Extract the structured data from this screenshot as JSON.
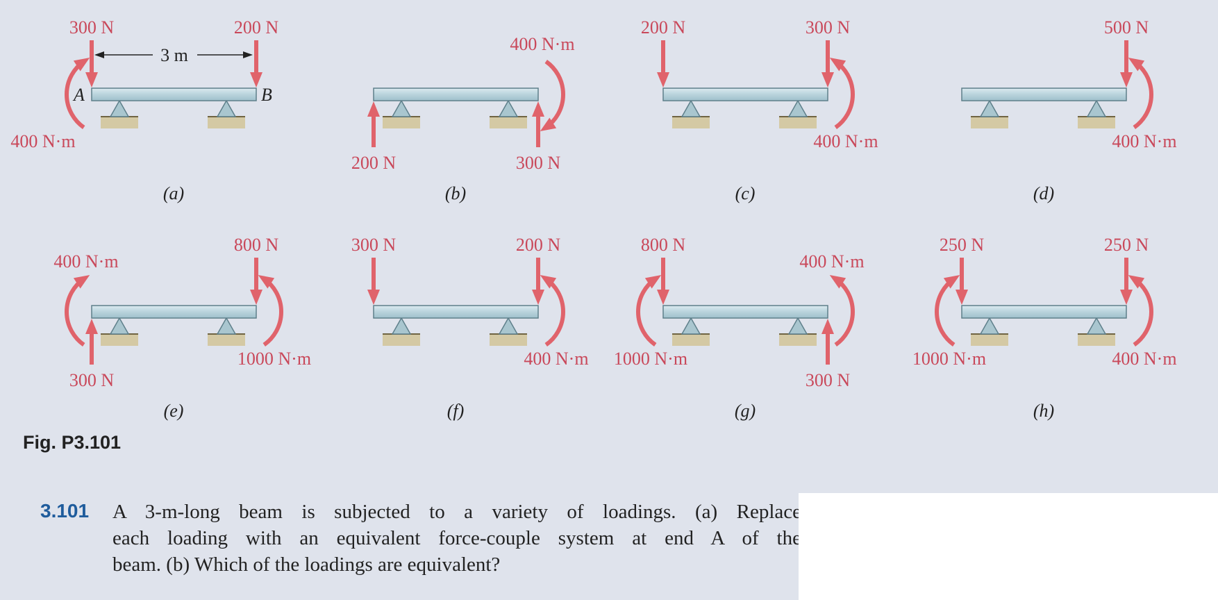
{
  "panels": [
    {
      "id": "a",
      "caption": "(a)",
      "end_labels": {
        "left": "A",
        "right": "B"
      },
      "dimension": "3 m",
      "loads": [
        {
          "kind": "force",
          "label": "300 N",
          "at": "left",
          "dir": "down"
        },
        {
          "kind": "force",
          "label": "200 N",
          "at": "right",
          "dir": "down"
        },
        {
          "kind": "moment",
          "label": "400 N·m",
          "at": "left",
          "sense": "counterclockwise"
        }
      ]
    },
    {
      "id": "b",
      "caption": "(b)",
      "loads": [
        {
          "kind": "moment",
          "label": "400 N·m",
          "at": "right",
          "sense": "clockwise"
        },
        {
          "kind": "force",
          "label": "200 N",
          "at": "left",
          "dir": "up"
        },
        {
          "kind": "force",
          "label": "300 N",
          "at": "right",
          "dir": "up"
        }
      ]
    },
    {
      "id": "c",
      "caption": "(c)",
      "loads": [
        {
          "kind": "force",
          "label": "200 N",
          "at": "left",
          "dir": "down"
        },
        {
          "kind": "force",
          "label": "300 N",
          "at": "right",
          "dir": "down"
        },
        {
          "kind": "moment",
          "label": "400 N·m",
          "at": "right",
          "sense": "counterclockwise"
        }
      ]
    },
    {
      "id": "d",
      "caption": "(d)",
      "loads": [
        {
          "kind": "force",
          "label": "500 N",
          "at": "right",
          "dir": "down"
        },
        {
          "kind": "moment",
          "label": "400 N·m",
          "at": "right",
          "sense": "counterclockwise"
        }
      ]
    },
    {
      "id": "e",
      "caption": "(e)",
      "loads": [
        {
          "kind": "moment",
          "label": "400 N·m",
          "at": "left",
          "sense": "counterclockwise"
        },
        {
          "kind": "force",
          "label": "800 N",
          "at": "right",
          "dir": "down"
        },
        {
          "kind": "force",
          "label": "300 N",
          "at": "left",
          "dir": "up"
        },
        {
          "kind": "moment",
          "label": "1000 N·m",
          "at": "right",
          "sense": "counterclockwise"
        }
      ]
    },
    {
      "id": "f",
      "caption": "(f)",
      "loads": [
        {
          "kind": "force",
          "label": "300 N",
          "at": "left",
          "dir": "down"
        },
        {
          "kind": "force",
          "label": "200 N",
          "at": "right",
          "dir": "down"
        },
        {
          "kind": "moment",
          "label": "400 N·m",
          "at": "right",
          "sense": "counterclockwise"
        }
      ]
    },
    {
      "id": "g",
      "caption": "(g)",
      "loads": [
        {
          "kind": "force",
          "label": "800 N",
          "at": "left",
          "dir": "down"
        },
        {
          "kind": "moment",
          "label": "400 N·m",
          "at": "right",
          "sense": "counterclockwise"
        },
        {
          "kind": "moment",
          "label": "1000 N·m",
          "at": "left",
          "sense": "counterclockwise"
        },
        {
          "kind": "force",
          "label": "300 N",
          "at": "right",
          "dir": "up"
        }
      ]
    },
    {
      "id": "h",
      "caption": "(h)",
      "loads": [
        {
          "kind": "force",
          "label": "250 N",
          "at": "left",
          "dir": "down"
        },
        {
          "kind": "force",
          "label": "250 N",
          "at": "right",
          "dir": "down"
        },
        {
          "kind": "moment",
          "label": "1000 N·m",
          "at": "left",
          "sense": "counterclockwise"
        },
        {
          "kind": "moment",
          "label": "400 N·m",
          "at": "right",
          "sense": "counterclockwise"
        }
      ]
    }
  ],
  "figure_label": "Fig. P3.101",
  "problem": {
    "number": "3.101",
    "lines": [
      "A 3-m-long beam is subjected to a variety of loadings. (a) Replace",
      "each loading with an equivalent force-couple system at end A of the",
      "beam. (b) Which of the loadings are equivalent?"
    ]
  },
  "colors": {
    "background": "#dfe3ec",
    "load_arrow": "#e0636b",
    "label_text": "#c9485a",
    "beam_fill": "#b9d3dc",
    "beam_stroke": "#5e7f8a",
    "ground": "#d4c9a4",
    "problem_number": "#1f5c9c"
  }
}
